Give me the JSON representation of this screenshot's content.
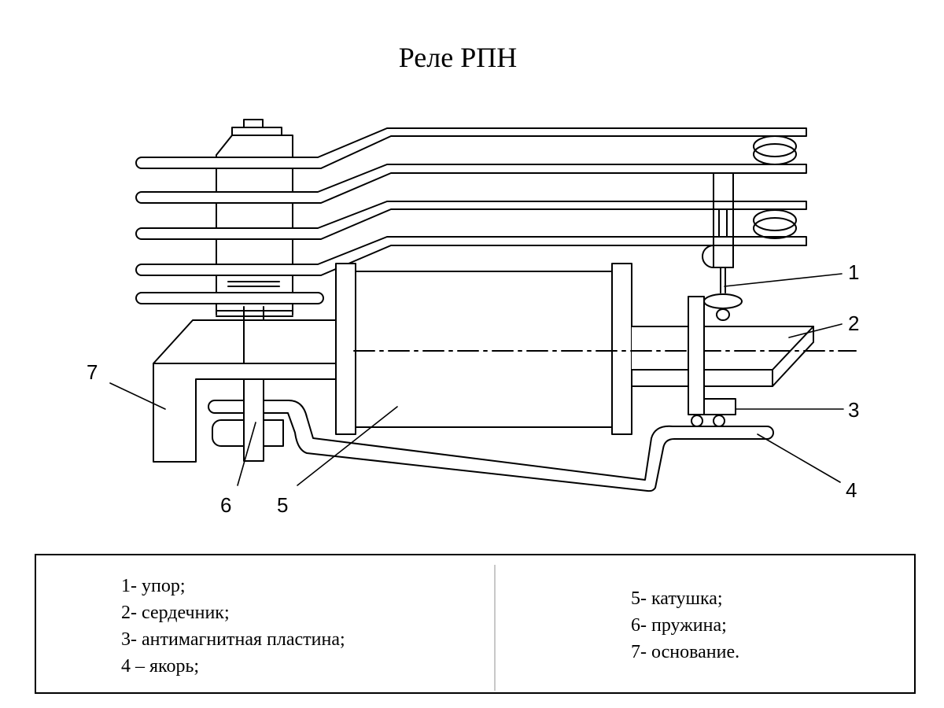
{
  "title": "Реле РПН",
  "callouts": [
    "1",
    "2",
    "3",
    "4",
    "5",
    "6",
    "7"
  ],
  "legend": {
    "left": [
      "1- упор;",
      "2- сердечник;",
      "3- антимагнитная пластина;",
      "4 – якорь;"
    ],
    "right": [
      "5- катушка;",
      "6- пружина;",
      "7- основание."
    ]
  }
}
